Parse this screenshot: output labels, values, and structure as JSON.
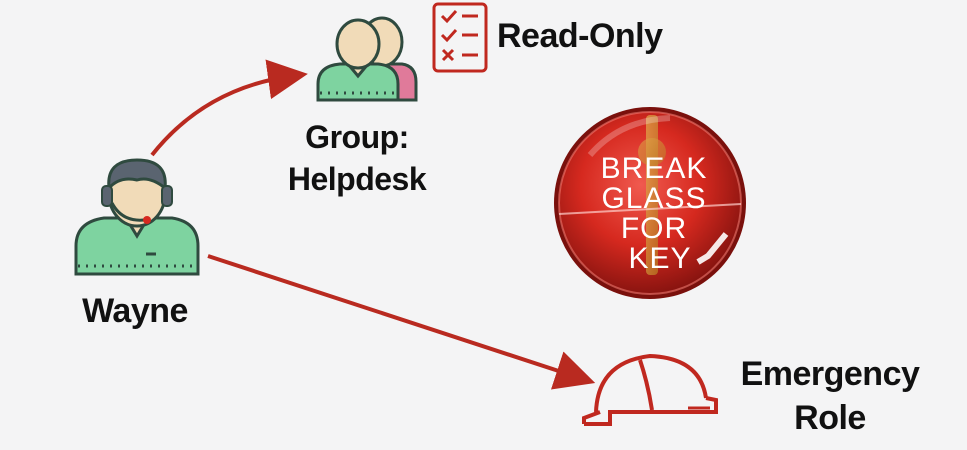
{
  "people": {
    "user_name": "Wayne",
    "group_line1": "Group:",
    "group_line2": "Helpdesk"
  },
  "permissions": {
    "read_only_label": "Read-Only",
    "emergency_line1": "Emergency",
    "emergency_line2": "Role"
  },
  "break_glass": {
    "line1": "BREAK",
    "line2": "GLASS",
    "line3": "FOR",
    "line4": "KEY"
  },
  "colors": {
    "accent_red": "#c0281f",
    "avatar_green": "#7ed3a0",
    "skin": "#f1dbb8",
    "hair": "#5a6470"
  }
}
